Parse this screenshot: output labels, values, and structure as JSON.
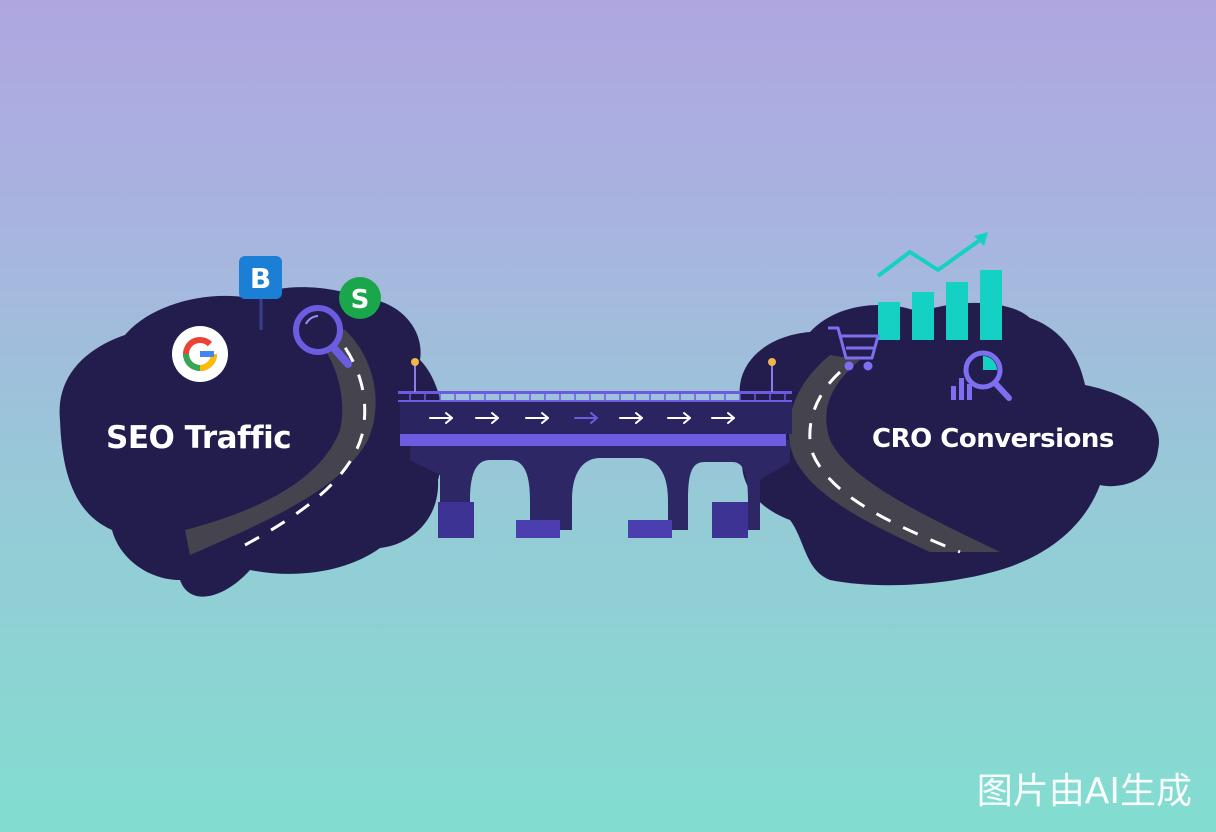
{
  "left_island": {
    "title": "SEO Traffic"
  },
  "right_island": {
    "title": "CRO Conversions"
  },
  "icons": {
    "google": "G",
    "bing": "B",
    "s_badge": "S"
  },
  "watermark": "图片由AI生成",
  "colors": {
    "island": "#221d4d",
    "bridge": "#3b2f86",
    "bridge_accent": "#6b5ce0",
    "road": "#45434e",
    "chart": "#14d1c3",
    "google_blue": "#4285f4",
    "bing_blue": "#1b7fd6",
    "s_green": "#1aa64a"
  }
}
